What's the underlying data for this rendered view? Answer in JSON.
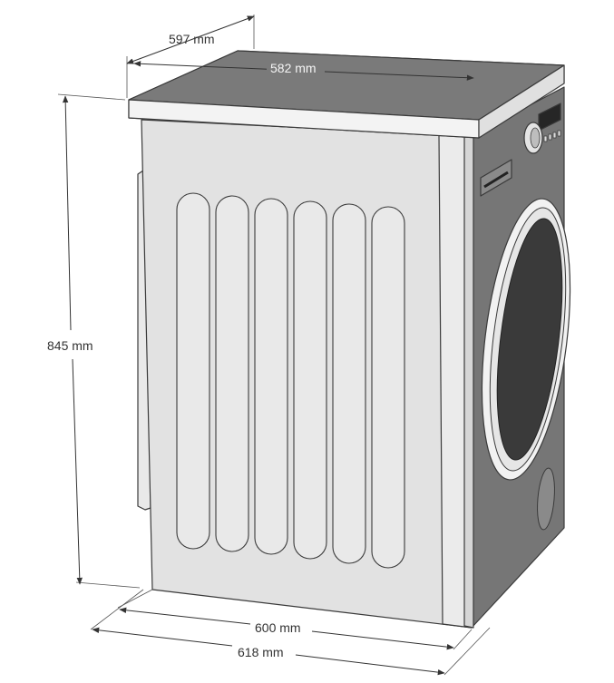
{
  "dimensions": {
    "depth_outer": "597 mm",
    "depth_inner": "582 mm",
    "height": "845 mm",
    "width_inner": "600 mm",
    "width_outer": "618 mm"
  },
  "colors": {
    "side_panel": "#e2e2e2",
    "top_panel": "#7a7a7a",
    "front_panel": "#767676",
    "door_glass": "#3a3a3a",
    "door_ring": "#f2f2f2",
    "line": "#3a3a3a"
  }
}
